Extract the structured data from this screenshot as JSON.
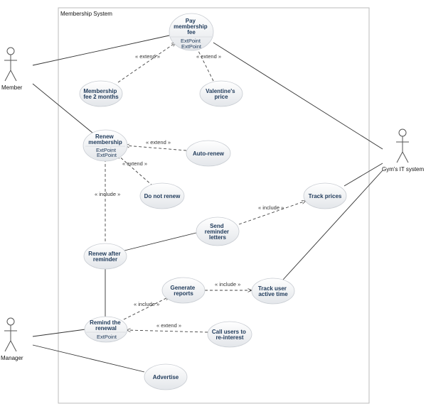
{
  "system": {
    "title": "Membership System"
  },
  "actors": {
    "member": "Member",
    "manager": "Manager",
    "it_system": "Gym's IT system"
  },
  "use_cases": {
    "pay_fee": {
      "lines": [
        "Pay",
        "membership",
        "fee"
      ],
      "ext": [
        "ExtPoint",
        "ExtPoint"
      ]
    },
    "fee_2_months": {
      "lines": [
        "Membership",
        "fee 2 months"
      ]
    },
    "valentines": {
      "lines": [
        "Valentine's",
        "price"
      ]
    },
    "renew": {
      "lines": [
        "Renew",
        "membership"
      ],
      "ext": [
        "ExtPoint",
        "ExtPoint"
      ]
    },
    "auto_renew": {
      "lines": [
        "Auto-renew"
      ]
    },
    "do_not_renew": {
      "lines": [
        "Do not renew"
      ]
    },
    "track_prices": {
      "lines": [
        "Track prices"
      ]
    },
    "send_reminder": {
      "lines": [
        "Send",
        "reminder",
        "letters"
      ]
    },
    "renew_after": {
      "lines": [
        "Renew after",
        "reminder"
      ]
    },
    "generate_reports": {
      "lines": [
        "Generate",
        "reports"
      ]
    },
    "track_user": {
      "lines": [
        "Track user",
        "active time"
      ]
    },
    "remind_renewal": {
      "lines": [
        "Remind the",
        "renewal"
      ],
      "ext": [
        "ExtPoint"
      ]
    },
    "call_users": {
      "lines": [
        "Call users to",
        "re-interest"
      ]
    },
    "advertise": {
      "lines": [
        "Advertise"
      ]
    }
  },
  "stereotypes": {
    "extend": "« extend »",
    "include": "« include »"
  }
}
